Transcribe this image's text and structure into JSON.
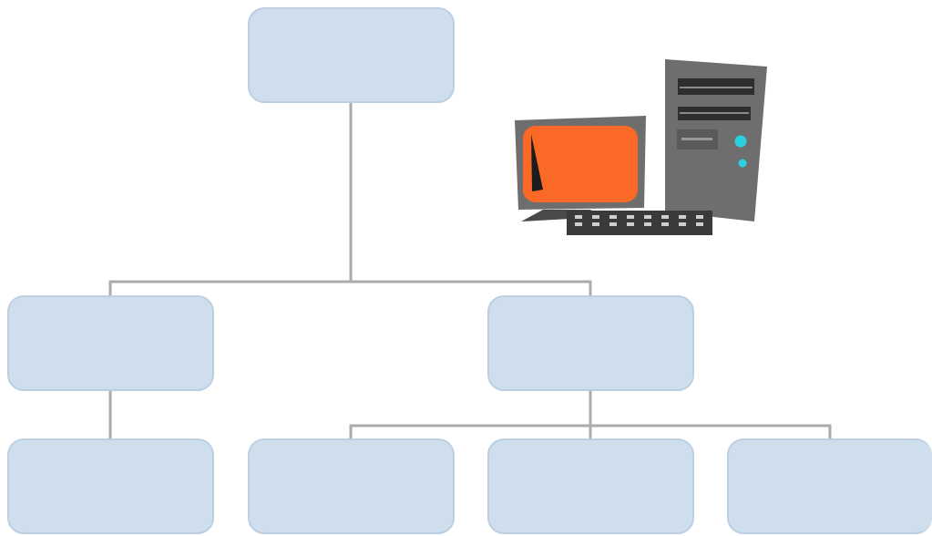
{
  "diagram": {
    "type": "org-chart",
    "nodes": [
      {
        "id": "root",
        "label": ""
      },
      {
        "id": "l1-a",
        "label": ""
      },
      {
        "id": "l1-b",
        "label": ""
      },
      {
        "id": "l2-a",
        "label": ""
      },
      {
        "id": "l2-b",
        "label": ""
      },
      {
        "id": "l2-c",
        "label": ""
      },
      {
        "id": "l2-d",
        "label": ""
      }
    ],
    "edges": [
      [
        "root",
        "l1-a"
      ],
      [
        "root",
        "l1-b"
      ],
      [
        "l1-a",
        "l2-a"
      ],
      [
        "l1-b",
        "l2-b"
      ],
      [
        "l1-b",
        "l2-c"
      ],
      [
        "l1-b",
        "l2-d"
      ]
    ],
    "colors": {
      "box_fill": "#cedeed",
      "box_border": "#bccfe2",
      "connector": "#ababab"
    },
    "clipart": {
      "icon": "desktop-computer-icon",
      "colors": {
        "screen": "#fa6a26",
        "monitor": "#6e6e6e",
        "tower": "#6e6e6e",
        "keyboard": "#3a3a3a",
        "led": "#2ad1e0"
      }
    }
  }
}
